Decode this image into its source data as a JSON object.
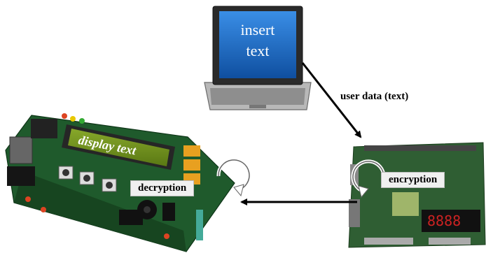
{
  "laptop": {
    "screen_line1": "insert",
    "screen_line2": "text"
  },
  "arrow_down_label": "user data (text)",
  "board_left": {
    "lcd_text": "display text",
    "badge": "decryption"
  },
  "board_right": {
    "badge": "encryption"
  },
  "colors": {
    "laptop_screen": "#1d6fc8",
    "lcd_background": "#6f8f1a",
    "board_right_green": "#3c6b3c",
    "board_left_pcb": "#1e5a2c",
    "arrow": "#000000",
    "badge_background": "#f0f0f0"
  }
}
